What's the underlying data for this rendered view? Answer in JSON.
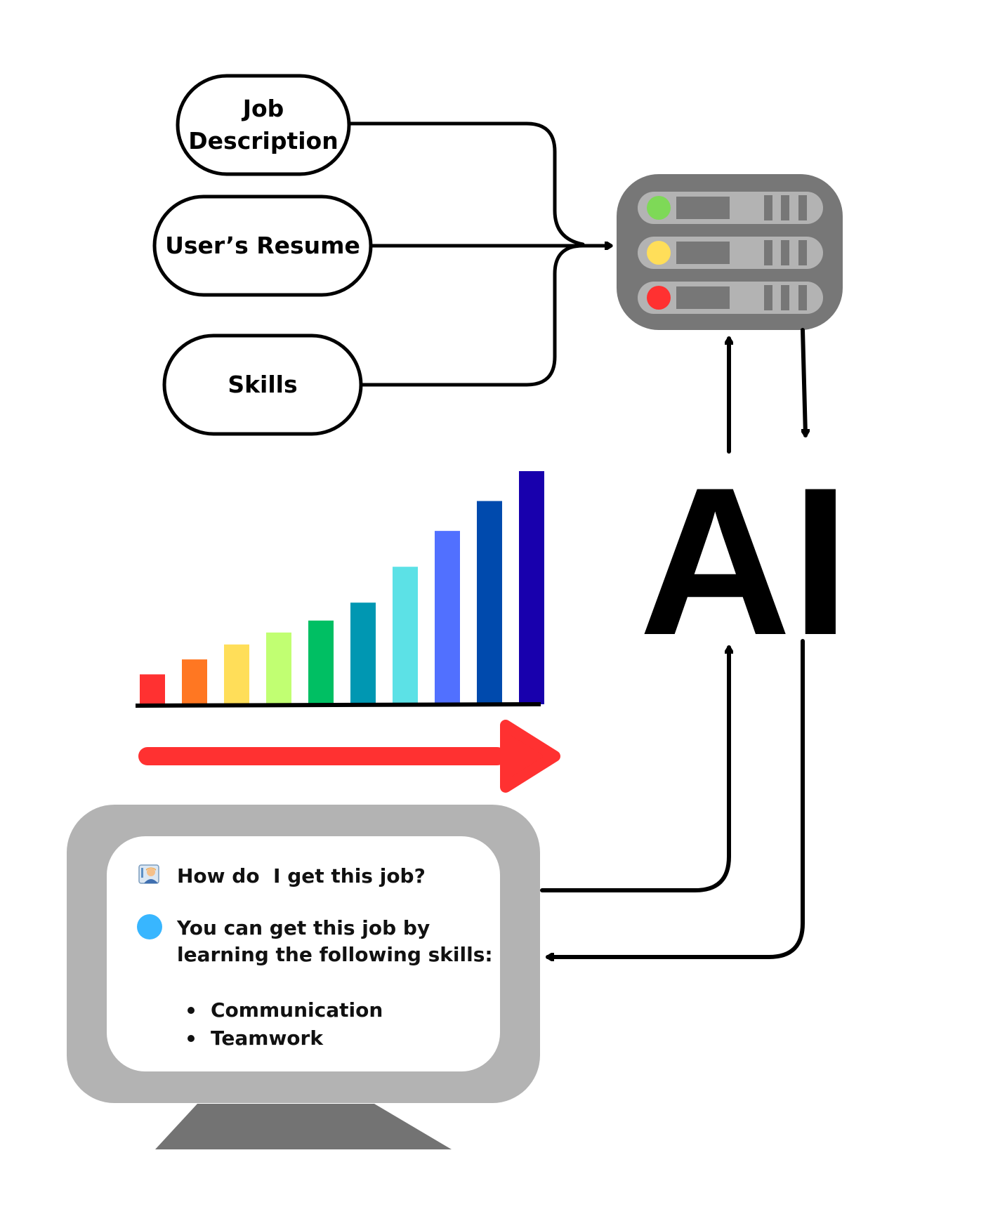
{
  "inputs": [
    {
      "lines": [
        "Job",
        "Description"
      ]
    },
    {
      "lines": [
        "User’s Resume"
      ]
    },
    {
      "lines": [
        "Skills"
      ]
    }
  ],
  "ai_label": "AI",
  "server": {
    "body_color": "#777777",
    "slot_color": "#b3b3b3",
    "led_colors": [
      "#7ed957",
      "#ffde59",
      "#ff3131"
    ]
  },
  "bar_chart": {
    "bar_colors": [
      "#ff3131",
      "#ff7722",
      "#ffde59",
      "#c1ff72",
      "#00bf63",
      "#0097b2",
      "#5ce1e6",
      "#5170ff",
      "#004aad",
      "#1800ad"
    ],
    "values": [
      1,
      1.5,
      2,
      2.4,
      2.8,
      3.4,
      4.6,
      5.8,
      6.8,
      7.8
    ]
  },
  "progress_arrow_color": "#ff3131",
  "monitor": {
    "frame_color": "#b3b3b3",
    "stand_color": "#737373",
    "user_icon": "user-avatar-icon",
    "assistant_icon": "assistant-dot-icon",
    "assistant_icon_color": "#38b6ff",
    "question": "How do  I get this job?",
    "answer_lines": [
      "You can get this job by",
      "learning the following skills:"
    ],
    "skills": [
      "Communication",
      "Teamwork"
    ]
  }
}
